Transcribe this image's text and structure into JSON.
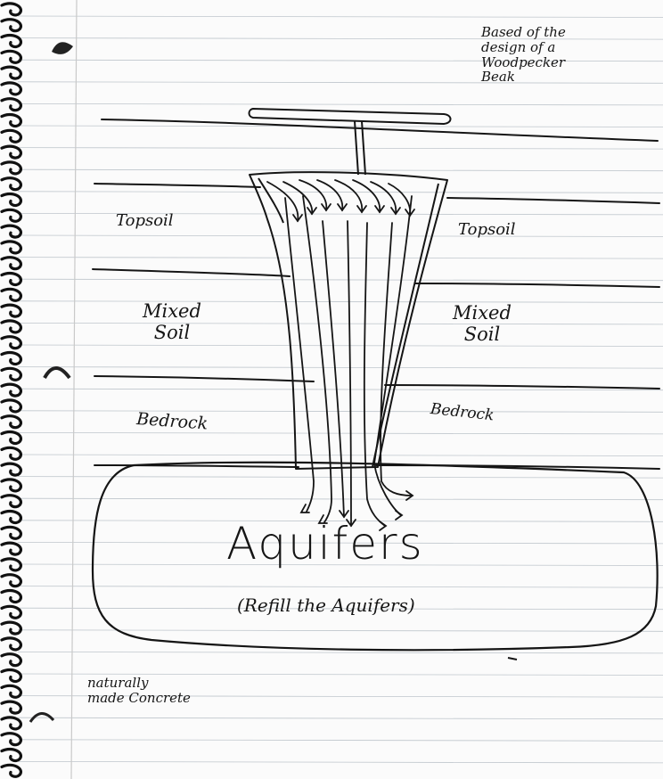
{
  "notes": {
    "design_note": "Based of the\ndesign of a\nWoodpecker\nBeak",
    "bottom_note": "naturally\nmade Concrete"
  },
  "layers": {
    "left": {
      "topsoil": "Topsoil",
      "mixed_soil": "Mixed\nSoil",
      "bedrock": "Bedrock"
    },
    "right": {
      "topsoil": "Topsoil",
      "mixed_soil": "Mixed\nSoil",
      "bedrock": "Bedrock"
    }
  },
  "aquifer": {
    "label": "Aquifers",
    "caption": "(Refill the Aquifers)"
  },
  "colors": {
    "ink": "#151515",
    "paper": "#fbfbfb",
    "rule_line": "#bfc6cc",
    "margin_line": "#c9c9c9",
    "spiral": "#111111"
  }
}
